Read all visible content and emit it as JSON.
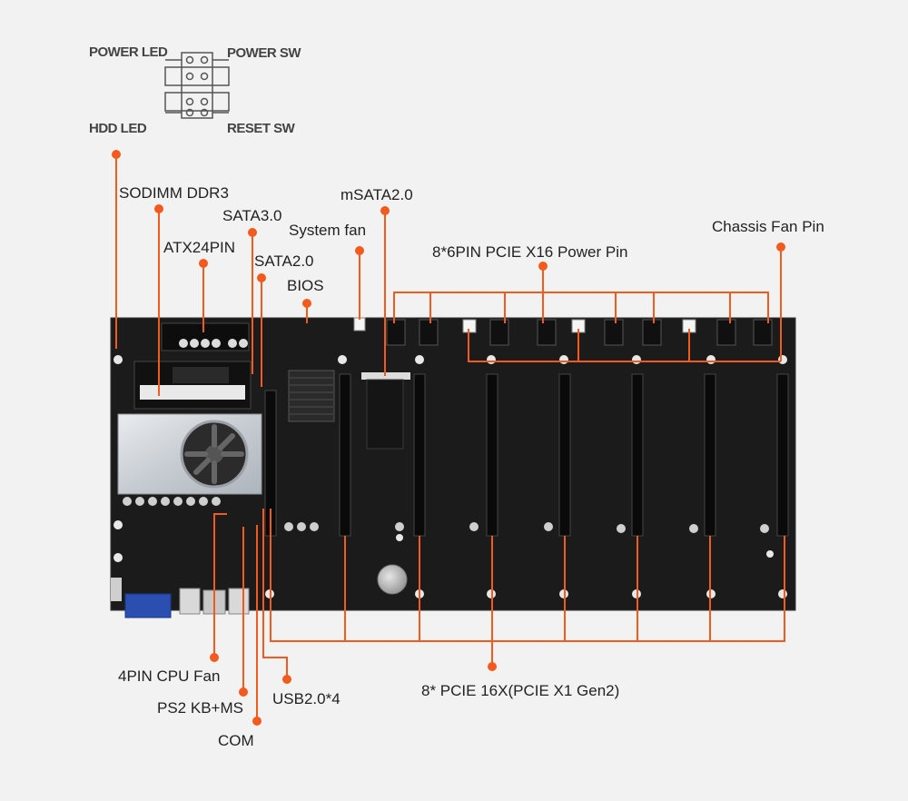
{
  "labels": {
    "power_led": "POWER LED",
    "power_sw": "POWER SW",
    "hdd_led": "HDD  LED",
    "reset_sw": "RESET SW",
    "sodimm": "SODIMM DDR3",
    "sata3": "SATA3.0",
    "atx24": "ATX24PIN",
    "sata2": "SATA2.0",
    "bios": "BIOS",
    "system_fan": "System fan",
    "msata": "mSATA2.0",
    "pcie_power": "8*6PIN PCIE X16 Power Pin",
    "chassis_fan": "Chassis Fan Pin",
    "cpu_fan": "4PIN CPU Fan",
    "ps2": "PS2 KB+MS",
    "usb": "USB2.0*4",
    "com": "COM",
    "pcie_slots": "8* PCIE 16X(PCIE X1 Gen2)"
  },
  "colors": {
    "accent": "#f25a1e",
    "board": "#1a1a1a",
    "background": "#f2f2f2",
    "heatsink": "#cfd3d8"
  },
  "icons": {
    "front_panel": "pin-header-icon",
    "cpu_fan": "fan-icon",
    "battery": "cmos-battery-icon"
  }
}
